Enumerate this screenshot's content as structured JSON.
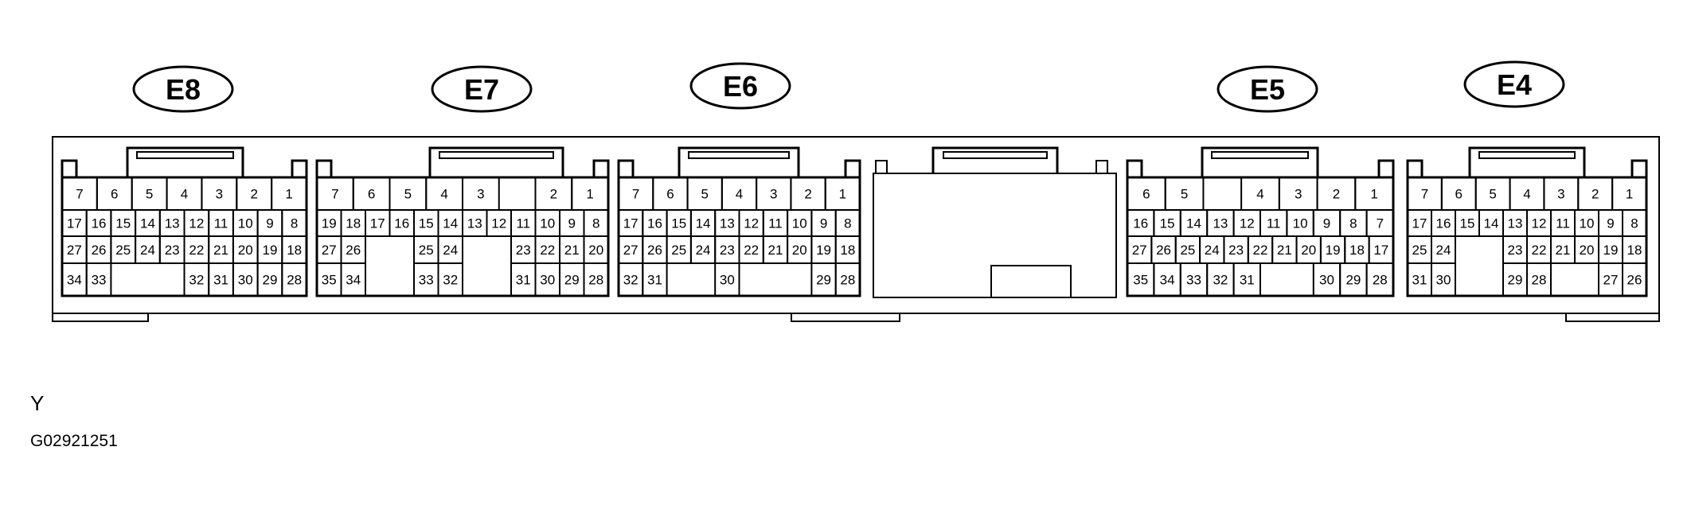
{
  "connectors": [
    {
      "id": "E8",
      "label": "E8",
      "rows": [
        [
          "7",
          "6",
          "5",
          "4",
          "3",
          "2",
          "1"
        ],
        [
          "17",
          "16",
          "15",
          "14",
          "13",
          "12",
          "11",
          "10",
          "9",
          "8"
        ],
        [
          "27",
          "26",
          "25",
          "24",
          "23",
          "22",
          "21",
          "20",
          "19",
          "18"
        ],
        [
          "34",
          "33",
          null,
          null,
          null,
          "32",
          "31",
          "30",
          "29",
          "28"
        ]
      ]
    },
    {
      "id": "E7",
      "label": "E7",
      "rows": [
        [
          "7",
          "6",
          "5",
          "4",
          "3",
          null,
          "2",
          "1"
        ],
        [
          "19",
          "18",
          "17",
          "16",
          "15",
          "14",
          "13",
          "12",
          "11",
          "10",
          "9",
          "8"
        ],
        [
          "27",
          "26",
          null,
          null,
          "25",
          "24",
          null,
          null,
          "23",
          "22",
          "21",
          "20"
        ],
        [
          "35",
          "34",
          null,
          null,
          "33",
          "32",
          null,
          null,
          "31",
          "30",
          "29",
          "28"
        ]
      ]
    },
    {
      "id": "E6",
      "label": "E6",
      "rows": [
        [
          "7",
          "6",
          "5",
          "4",
          "3",
          "2",
          "1"
        ],
        [
          "17",
          "16",
          "15",
          "14",
          "13",
          "12",
          "11",
          "10",
          "9",
          "8"
        ],
        [
          "27",
          "26",
          "25",
          "24",
          "23",
          "22",
          "21",
          "20",
          "19",
          "18"
        ],
        [
          "32",
          "31",
          null,
          null,
          "30",
          null,
          null,
          null,
          "29",
          "28"
        ]
      ]
    },
    {
      "id": "E5",
      "label": "E5",
      "rows": [
        [
          "6",
          "5",
          null,
          "4",
          "3",
          "2",
          "1"
        ],
        [
          "16",
          "15",
          "14",
          "13",
          "12",
          "11",
          "10",
          "9",
          "8",
          "7"
        ],
        [
          "27",
          "26",
          "25",
          "24",
          "23",
          "22",
          "21",
          "20",
          "19",
          "18",
          "17"
        ],
        [
          "35",
          "34",
          "33",
          "32",
          "31",
          null,
          null,
          "30",
          "29",
          "28"
        ]
      ]
    },
    {
      "id": "E4",
      "label": "E4",
      "rows": [
        [
          "7",
          "6",
          "5",
          "4",
          "3",
          "2",
          "1"
        ],
        [
          "17",
          "16",
          "15",
          "14",
          "13",
          "12",
          "11",
          "10",
          "9",
          "8"
        ],
        [
          "25",
          "24",
          null,
          null,
          "23",
          "22",
          "21",
          "20",
          "19",
          "18"
        ],
        [
          "31",
          "30",
          null,
          null,
          "29",
          "28",
          null,
          null,
          "27",
          "26"
        ]
      ]
    }
  ],
  "footer": {
    "view_letter": "Y",
    "figure_id": "G02921251"
  }
}
